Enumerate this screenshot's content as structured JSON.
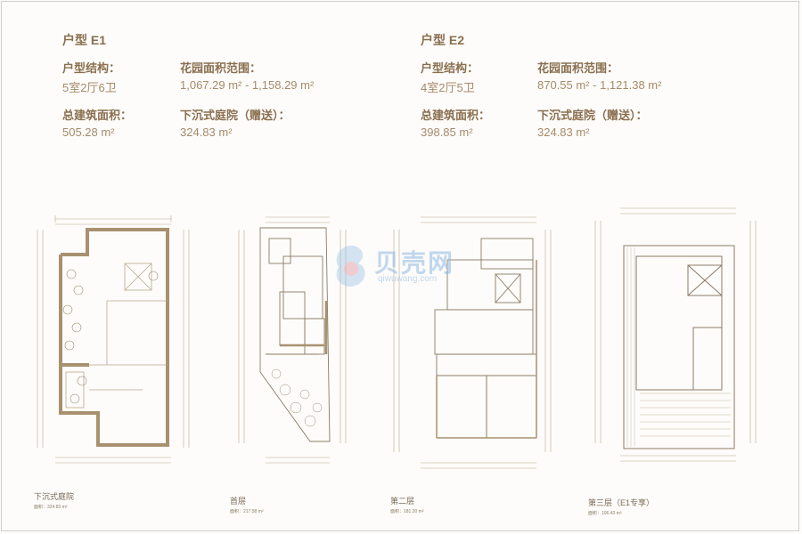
{
  "e1": {
    "title": "户型 E1",
    "structure_label": "户型结构：",
    "structure_value": "5室2厅6卫",
    "garden_label": "花园面积范围：",
    "garden_value": "1,067.29 m² - 1,158.29 m²",
    "gfa_label": "总建筑面积：",
    "gfa_value": "505.28 m²",
    "sunken_label": "下沉式庭院（赠送）：",
    "sunken_value": "324.83 m²"
  },
  "e2": {
    "title": "户型 E2",
    "structure_label": "户型结构：",
    "structure_value": "4室2厅5卫",
    "garden_label": "花园面积范围：",
    "garden_value": "870.55 m² - 1,121.38 m²",
    "gfa_label": "总建筑面积：",
    "gfa_value": "398.85 m²",
    "sunken_label": "下沉式庭院（赠送）：",
    "sunken_value": "324.83 m²"
  },
  "plans": [
    {
      "caption": "下沉式庭院",
      "area": "面积：324.83 m²"
    },
    {
      "caption": "首层",
      "area": "面积：217.58 m²"
    },
    {
      "caption": "第二层",
      "area": "面积：181.20 m²"
    },
    {
      "caption": "第三层（E1专享）",
      "area": "面积：106.43 m²"
    }
  ],
  "watermark": {
    "brand": "贝壳网",
    "domain": "qiwuwang.com"
  },
  "colors": {
    "brown": "#8a6f4f",
    "wall": "#a8916f",
    "line": "#b9a88e"
  }
}
